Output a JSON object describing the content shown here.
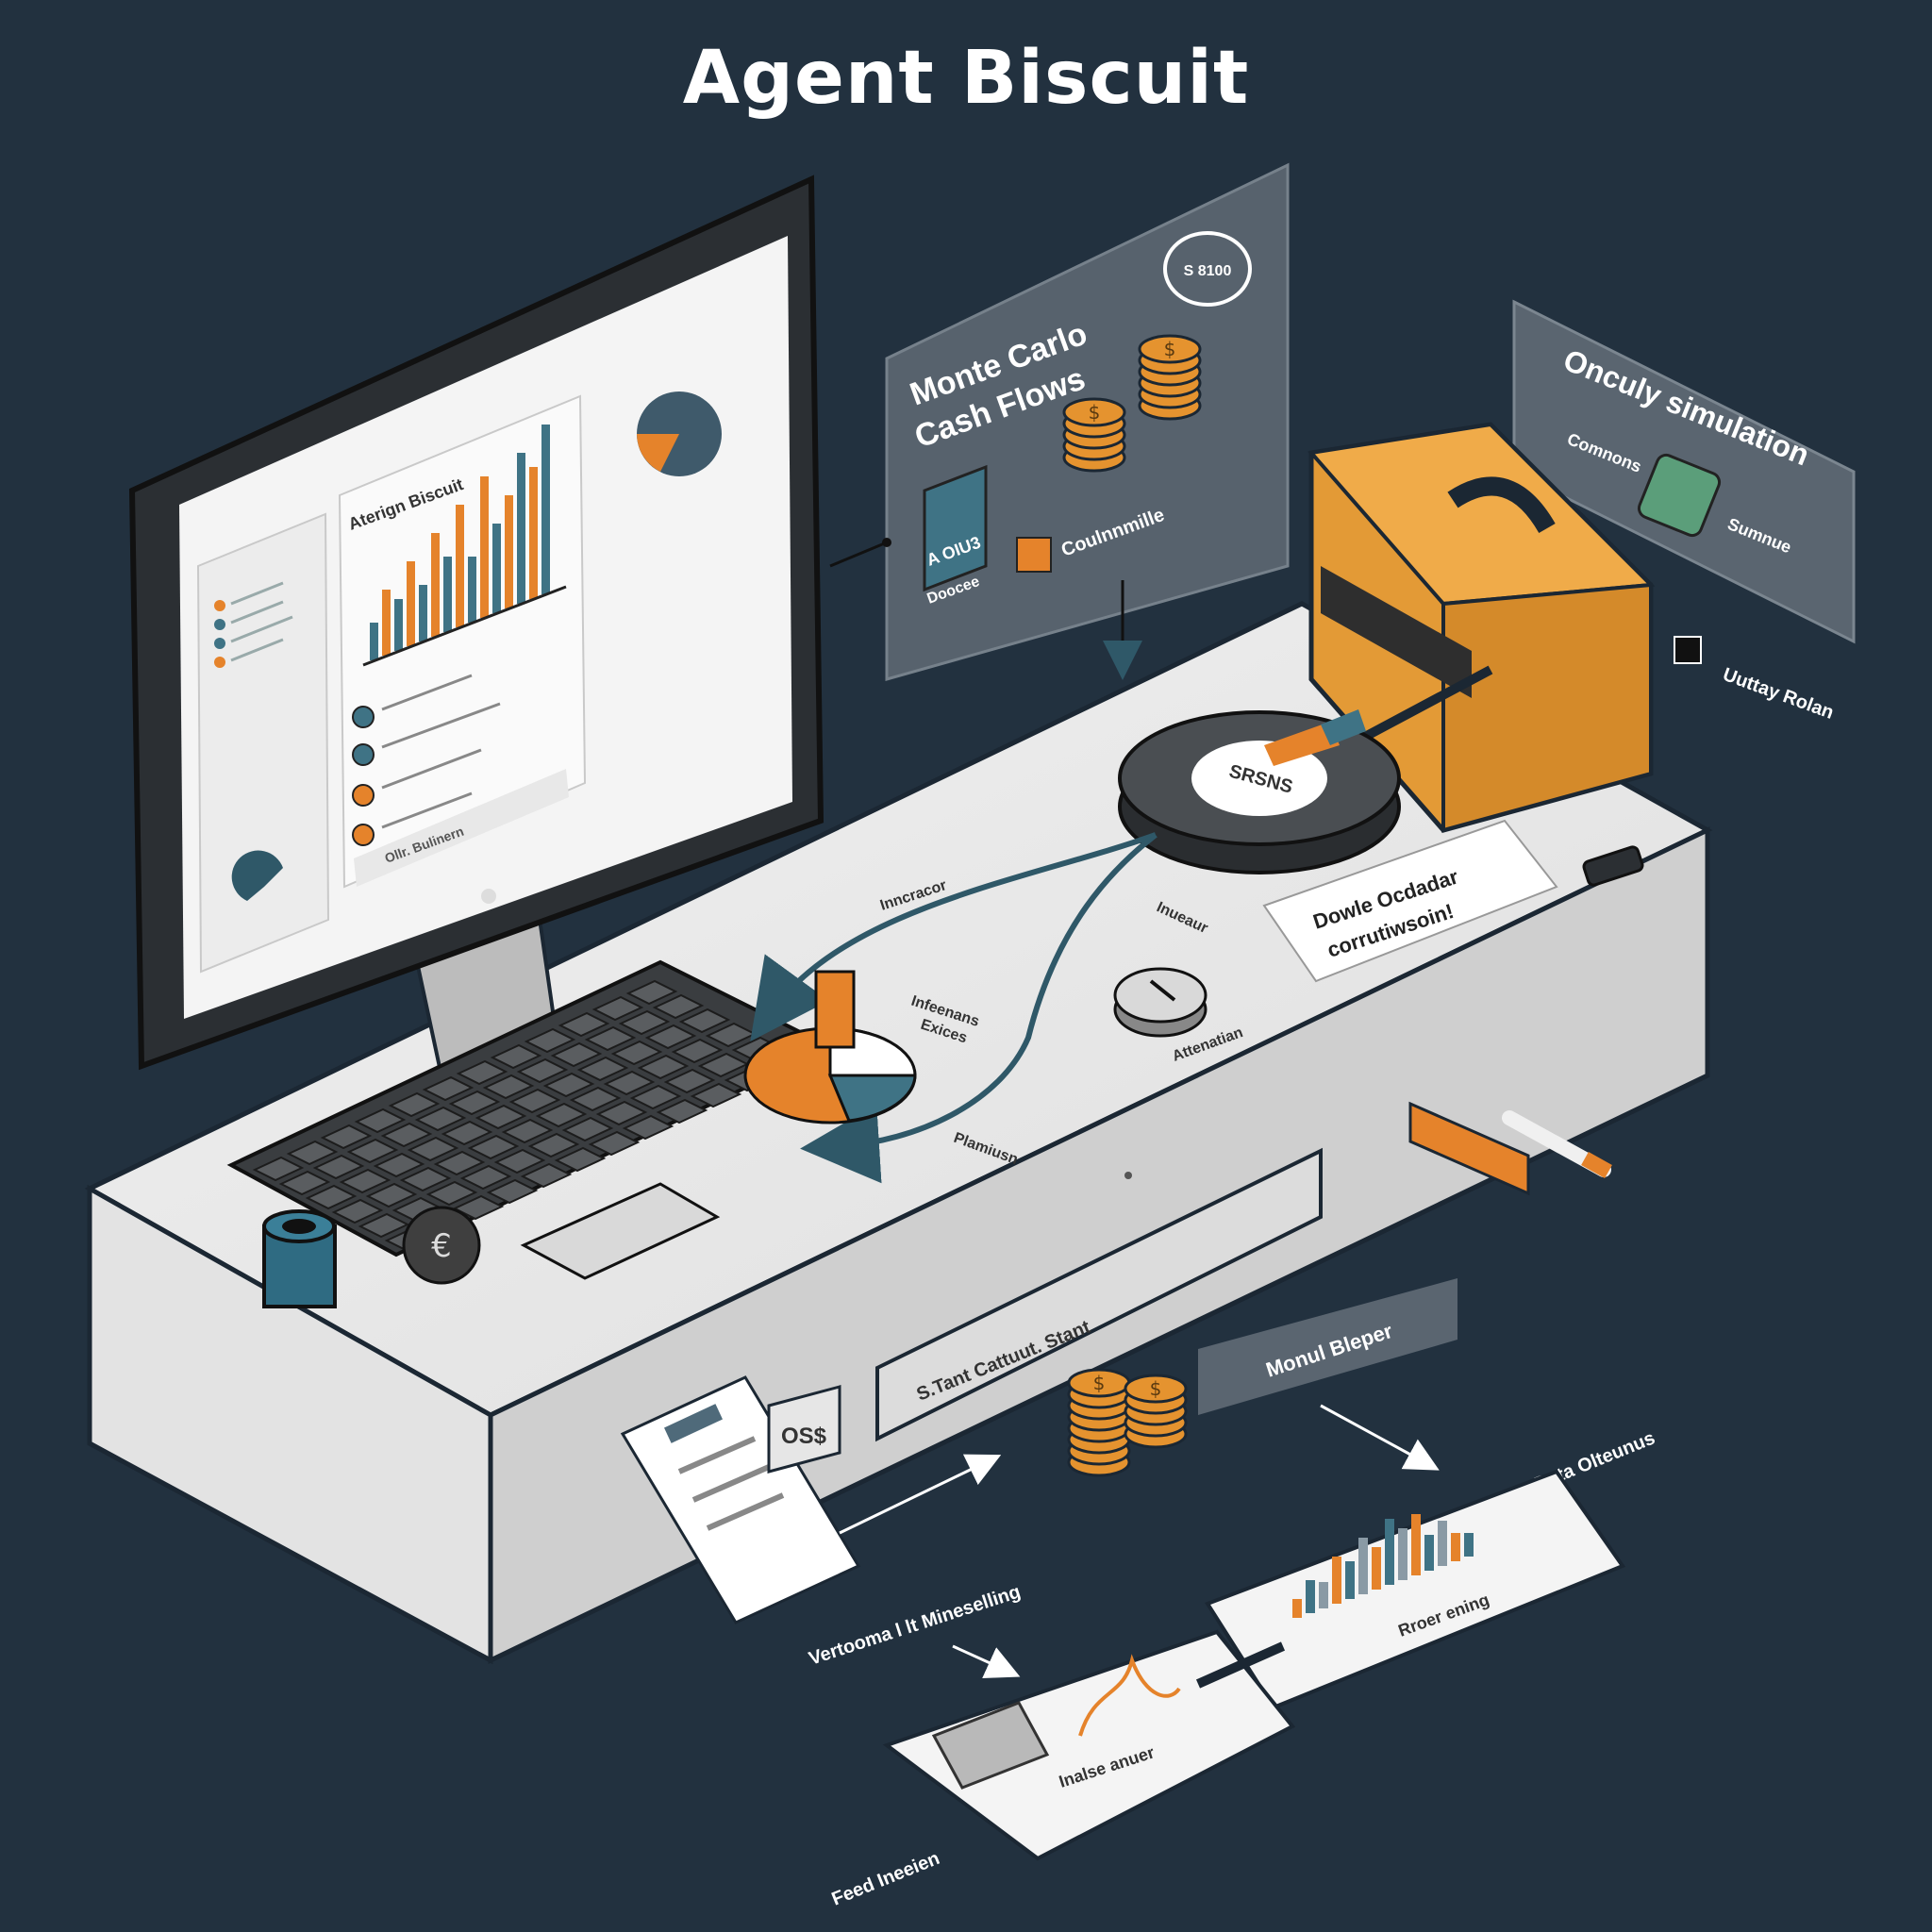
{
  "title": "Agent Biscuit",
  "monitor": {
    "chart_title": "Aterign Biscuit",
    "list_caption": "Ollr. Bulinern"
  },
  "panels": {
    "monte_carlo_title_1": "Monte Carlo",
    "monte_carlo_title_2": "Cash Flows",
    "monte_carlo_badge": "A OIU3",
    "monte_carlo_badge_sub": "Doocee",
    "monte_carlo_item": "Coulnnmille",
    "bubble_text": "S 8100",
    "sim_title": "Onculy simulation",
    "sim_left": "Comnons",
    "sim_right": "Sumnue",
    "side_label": "Uuttay Rolan"
  },
  "desk": {
    "gauge_text": "SRSNS",
    "note_line1": "Dowle Ocdadar",
    "note_line2": "corrutiwsoin!",
    "flow_label_top": "Inncracor",
    "flow_label_right": "Inueaur",
    "flow_label_mid": "Infeenans",
    "flow_label_mid2": "Exices",
    "flow_label_bottom": "Plamiusn",
    "dial_label": "Attenatian",
    "drawer_label": "S.Tant Cattuut. Stant",
    "cash_tag": "OS$"
  },
  "outputs": {
    "tag_label": "Monul Bleper",
    "data_label": "Data Olteunus",
    "report_label": "Rroer ening",
    "sketch_label": "Inalse anuer",
    "left_label": "Vertooma l lt Mineselling",
    "bottom_label": "Feed Ineeien"
  },
  "colors": {
    "background": "#22313f",
    "orange": "#e5832b",
    "teal": "#3f7385",
    "green": "#5b9e7a",
    "panel": "#5a6570",
    "desk": "#e6e6e6"
  }
}
